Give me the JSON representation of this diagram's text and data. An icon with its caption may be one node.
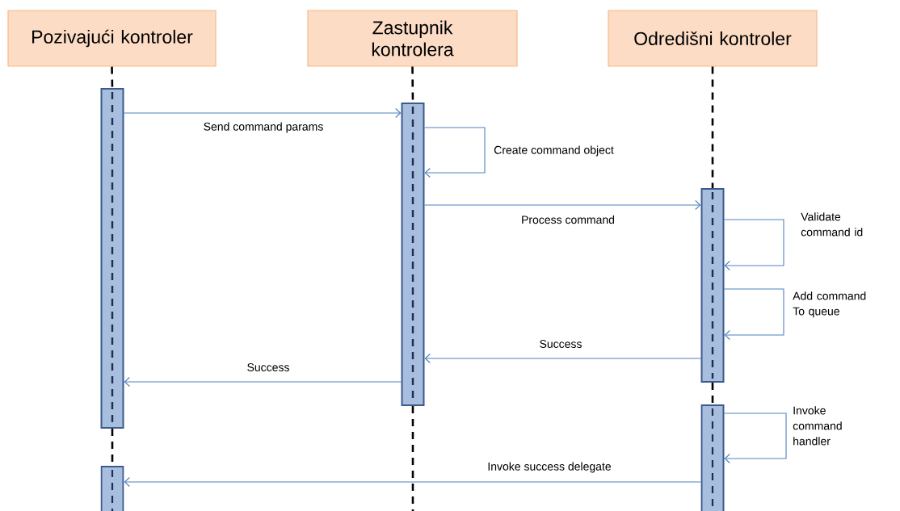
{
  "diagram": {
    "nodes": [
      {
        "text": [
          "Pozivajući kontroler"
        ]
      },
      {
        "text": [
          "Zastupnik kontrolera"
        ]
      },
      {
        "text": [
          "Odredišni kontroler"
        ]
      },
      {
        "text": [],
        "shape": "bar"
      },
      {
        "text": [],
        "shape": "bar"
      },
      {
        "text": [],
        "shape": "bar"
      },
      {
        "text": [],
        "shape": "bar"
      },
      {
        "text": [],
        "shape": "bar"
      }
    ],
    "edges": [
      {
        "from": 3,
        "to": 4,
        "arrow": "to",
        "label": "Send command params"
      },
      {
        "from": 4,
        "to": 4,
        "arrow": "to",
        "label": "Create command object"
      },
      {
        "from": 4,
        "to": 5,
        "arrow": "to",
        "label": "Process command"
      },
      {
        "from": 5,
        "to": 5,
        "arrow": "to",
        "label": "Validate command id"
      },
      {
        "from": 5,
        "to": 5,
        "arrow": "to",
        "label": "Add command To queue"
      },
      {
        "from": 5,
        "to": 4,
        "arrow": "to",
        "label": "Success"
      },
      {
        "from": 4,
        "to": 3,
        "arrow": "to",
        "label": "Success"
      },
      {
        "from": 6,
        "to": 6,
        "arrow": "to",
        "label": "Invoke command handler"
      },
      {
        "from": 6,
        "to": 7,
        "arrow": "to",
        "label": "Invoke success delegate"
      },
      {
        "from": 0,
        "to": 3,
        "arrow": "none",
        "style": "dashed",
        "color": "#000000"
      },
      {
        "from": 3,
        "to": 7,
        "arrow": "none",
        "style": "dashed",
        "color": "#000000"
      },
      {
        "from": 1,
        "to": 4,
        "arrow": "none",
        "style": "dashed",
        "color": "#000000"
      },
      {
        "from": 4,
        "to": null,
        "arrow": "none",
        "style": "dashed",
        "color": "#000000"
      },
      {
        "from": 2,
        "to": 5,
        "arrow": "none",
        "style": "dashed",
        "color": "#000000"
      },
      {
        "from": 5,
        "to": 6,
        "arrow": "none",
        "style": "dashed",
        "color": "#000000"
      }
    ]
  }
}
